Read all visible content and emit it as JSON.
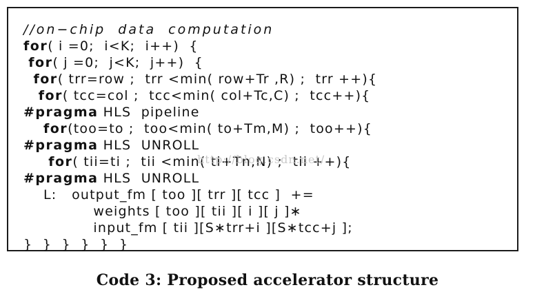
{
  "code_listing": {
    "lines": [
      {
        "indent": "",
        "keyword": "",
        "text": "//on−chip  data  computation",
        "style": "comment"
      },
      {
        "indent": "",
        "keyword": "for",
        "text": "( i =0;  i<K;  i++)  {",
        "style": "code"
      },
      {
        "indent": " ",
        "keyword": "for",
        "text": "( j =0;  j<K;  j++)  {",
        "style": "code"
      },
      {
        "indent": "  ",
        "keyword": "for",
        "text": "( trr=row ;  trr <min( row+Tr ,R) ;  trr ++){",
        "style": "code"
      },
      {
        "indent": "   ",
        "keyword": "for",
        "text": "( tcc=col ;  tcc<min( col+Tc,C) ;  tcc++){",
        "style": "code"
      },
      {
        "indent": "",
        "keyword": "#pragma",
        "text": " HLS  pipeline",
        "style": "code"
      },
      {
        "indent": "    ",
        "keyword": "for",
        "text": "(too=to ;  too<min( to+Tm,M) ;  too++){",
        "style": "code"
      },
      {
        "indent": "",
        "keyword": "#pragma",
        "text": " HLS  UNROLL",
        "style": "code"
      },
      {
        "indent": "     ",
        "keyword": "for",
        "text": "( tii=ti ;  tii <min( ti+Tn,N) ;  tii ++){",
        "style": "code"
      },
      {
        "indent": "",
        "keyword": "#pragma",
        "text": " HLS  UNROLL",
        "style": "code"
      },
      {
        "indent": "    ",
        "keyword": "",
        "text": "L:   output_fm [ too ][ trr ][ tcc ]  +=",
        "style": "code"
      },
      {
        "indent": "              ",
        "keyword": "",
        "text": "weights [ too ][ tii ][ i ][ j ]∗",
        "style": "code"
      },
      {
        "indent": "              ",
        "keyword": "",
        "text": "input_fm [ tii ][S∗trr+i ][S∗tcc+j ];",
        "style": "code"
      },
      {
        "indent": "",
        "keyword": "",
        "text": "}  }  }  }  }  }",
        "style": "code"
      }
    ]
  },
  "watermark": "http://blog.csdn.net/",
  "caption": "Code 3: Proposed accelerator structure"
}
